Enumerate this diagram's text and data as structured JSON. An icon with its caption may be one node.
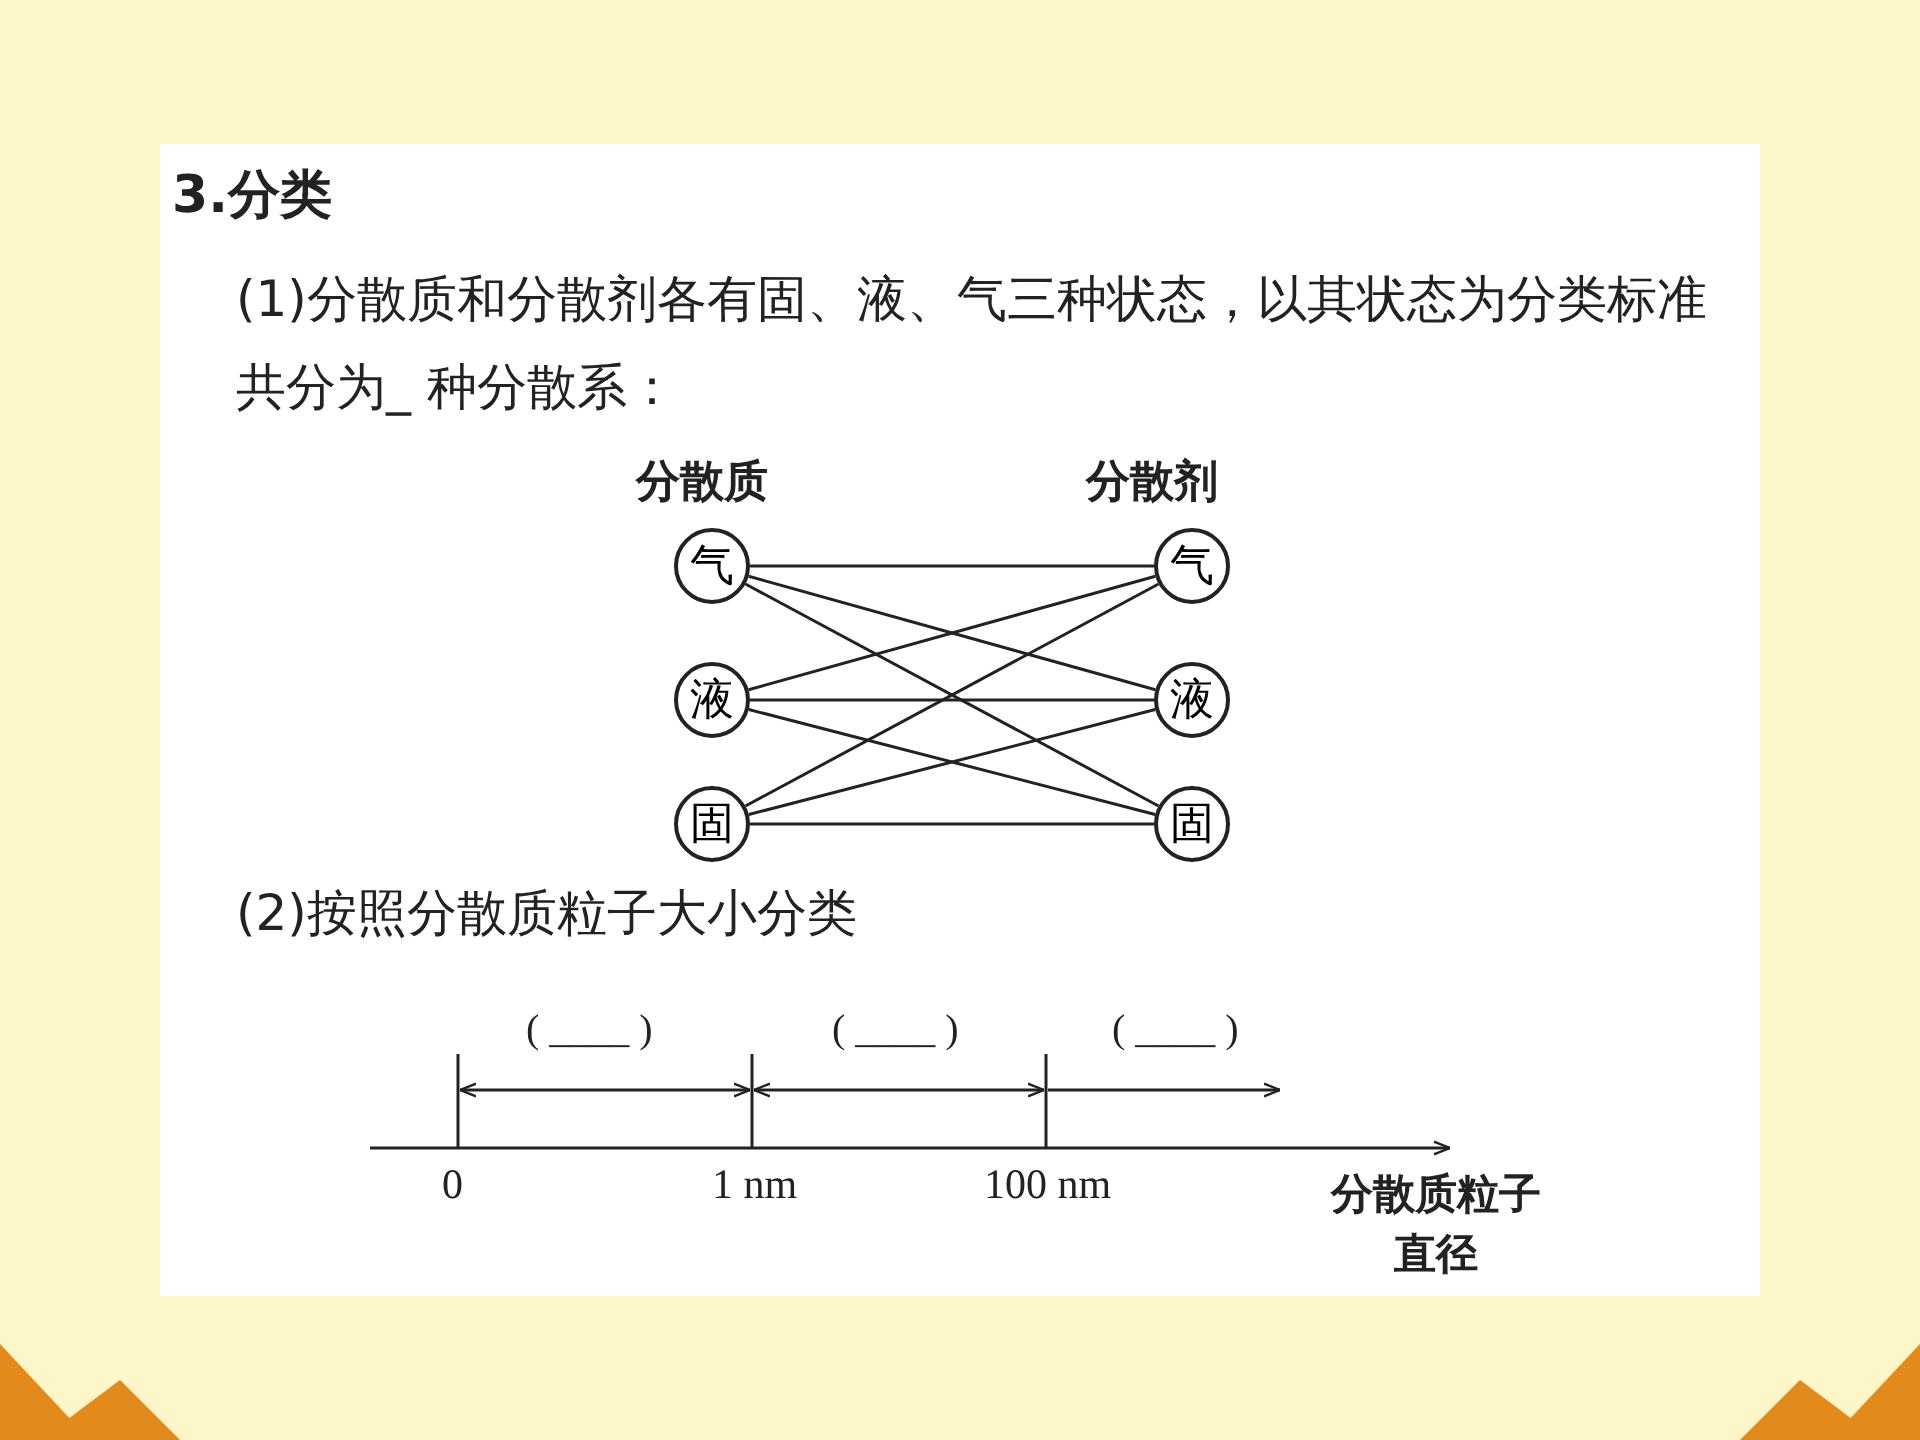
{
  "diagram": {
    "title": "3.分类",
    "nodes": [
      {
        "text": [
          "气"
        ]
      },
      {
        "text": [
          "液"
        ]
      },
      {
        "text": [
          "固"
        ]
      },
      {
        "text": [
          "气"
        ]
      },
      {
        "text": [
          "液"
        ]
      },
      {
        "text": [
          "固"
        ]
      }
    ],
    "edges": [
      {
        "from": 0,
        "to": 3,
        "arrow": "none"
      },
      {
        "from": 0,
        "to": 4,
        "arrow": "none"
      },
      {
        "from": 0,
        "to": 5,
        "arrow": "none"
      },
      {
        "from": 1,
        "to": 3,
        "arrow": "none"
      },
      {
        "from": 1,
        "to": 4,
        "arrow": "none"
      },
      {
        "from": 1,
        "to": 5,
        "arrow": "none"
      },
      {
        "from": 2,
        "to": 3,
        "arrow": "none"
      },
      {
        "from": 2,
        "to": 4,
        "arrow": "none"
      },
      {
        "from": 2,
        "to": 5,
        "arrow": "none"
      }
    ],
    "labels": [
      "(1)分散质和分散剂各有固、液、气三种状态，以其状态为分类标准共分为_ 种分散系：",
      "分散质",
      "分散剂",
      "(2)按照分散质粒子大小分类",
      "( ____ )",
      "( ____ )",
      "( ____ )",
      "0",
      "1 nm",
      "100 nm",
      "分散质粒子直径"
    ]
  }
}
